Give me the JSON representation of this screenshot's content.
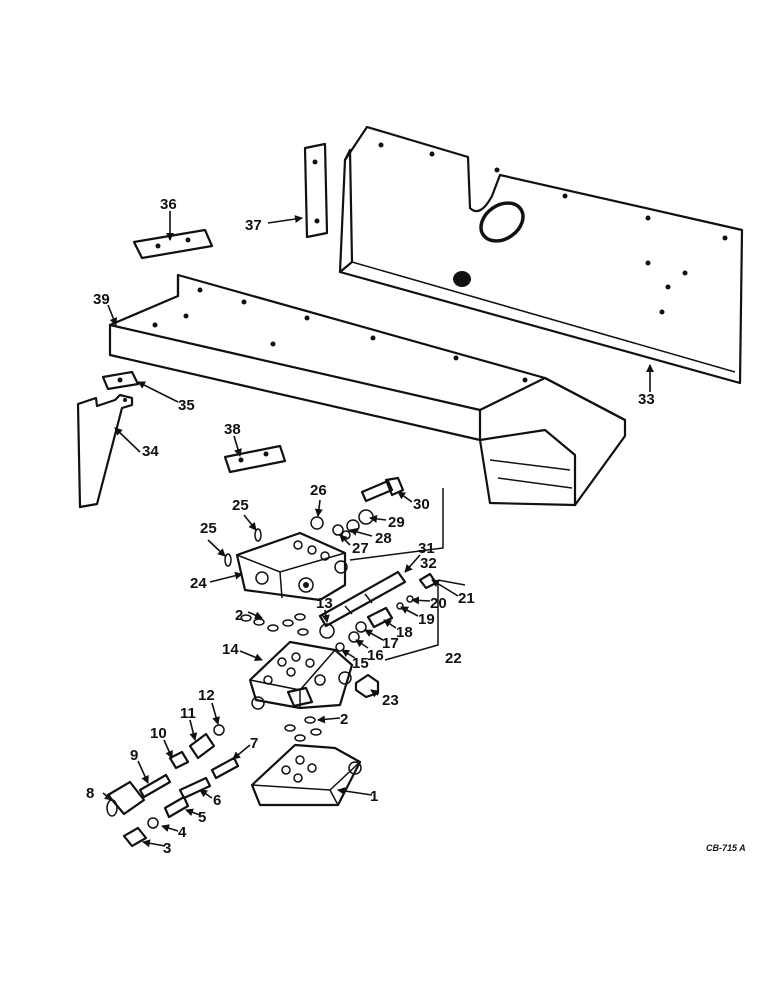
{
  "callouts": {
    "c1": "1",
    "c2a": "2",
    "c2b": "2",
    "c3": "3",
    "c4": "4",
    "c5": "5",
    "c6": "6",
    "c7": "7",
    "c8": "8",
    "c9": "9",
    "c10": "10",
    "c11": "11",
    "c12": "12",
    "c13": "13",
    "c14": "14",
    "c15": "15",
    "c16": "16",
    "c17": "17",
    "c18": "18",
    "c19": "19",
    "c20": "20",
    "c21": "21",
    "c22": "22",
    "c23": "23",
    "c24": "24",
    "c25a": "25",
    "c25b": "25",
    "c26": "26",
    "c27": "27",
    "c28": "28",
    "c29": "29",
    "c30": "30",
    "c31": "31",
    "c32": "32",
    "c33": "33",
    "c34": "34",
    "c35": "35",
    "c36": "36",
    "c37": "37",
    "c38": "38",
    "c39": "39"
  },
  "drawing_ref": "CB-715 A"
}
